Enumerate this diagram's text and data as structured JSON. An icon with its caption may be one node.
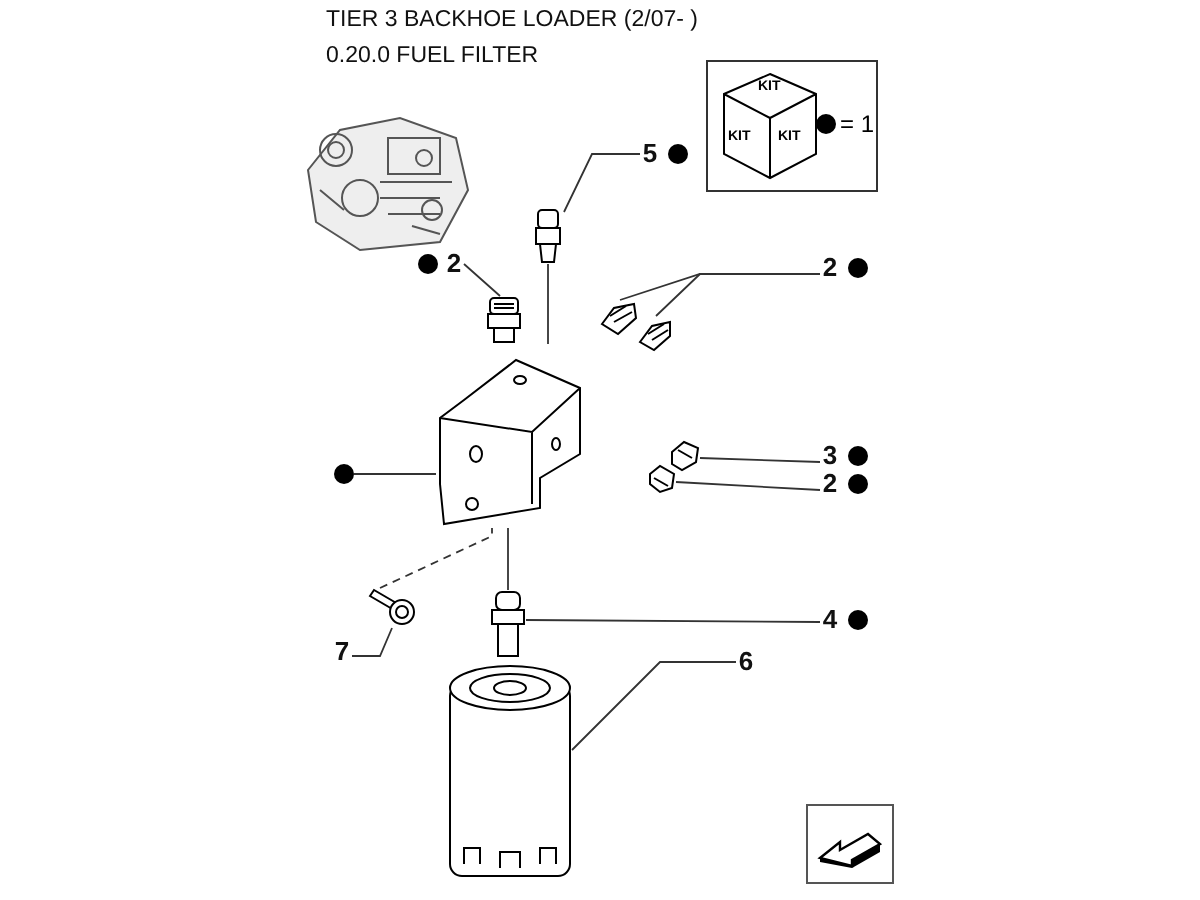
{
  "diagram": {
    "title": "TIER 3 BACKHOE LOADER (2/07- )",
    "nodes": [
      {
        "text": [
          "5"
        ]
      },
      {
        "text": [
          "2"
        ]
      },
      {
        "text": [
          "2"
        ]
      },
      {
        "text": [
          "3"
        ]
      },
      {
        "text": [
          "2"
        ]
      },
      {
        "text": [],
        "shape": "circle"
      },
      {
        "text": [
          "4"
        ]
      },
      {
        "text": [
          "6"
        ]
      },
      {
        "text": [
          "7"
        ]
      },
      {
        "text": [],
        "shape": "picture"
      },
      {
        "text": [],
        "shape": "picture"
      },
      {
        "text": [],
        "shape": "picture"
      },
      {
        "text": [],
        "shape": "picture"
      },
      {
        "text": [],
        "shape": "picture"
      },
      {
        "text": [],
        "shape": "picture"
      },
      {
        "text": [],
        "shape": "picture"
      },
      {
        "text": [],
        "shape": "picture"
      },
      {
        "text": [],
        "shape": "picture"
      },
      {
        "text": [],
        "shape": "picture"
      }
    ],
    "edges": [
      {
        "from": 0,
        "to": 9,
        "arrow": "none"
      },
      {
        "from": 1,
        "to": 10,
        "arrow": "none"
      },
      {
        "from": 2,
        "to": 11,
        "arrow": "none"
      },
      {
        "from": 2,
        "to": 12,
        "arrow": "none"
      },
      {
        "from": 3,
        "to": 14,
        "arrow": "none"
      },
      {
        "from": 4,
        "to": 15,
        "arrow": "none"
      },
      {
        "from": 5,
        "to": 13,
        "arrow": "none"
      },
      {
        "from": 6,
        "to": 16,
        "arrow": "none"
      },
      {
        "from": 7,
        "to": 17,
        "arrow": "none"
      },
      {
        "from": 8,
        "to": 18,
        "arrow": "none"
      },
      {
        "from": 9,
        "to": 13,
        "arrow": "none"
      },
      {
        "from": 13,
        "to": 16,
        "arrow": "none"
      },
      {
        "from": 18,
        "to": 13,
        "arrow": "none",
        "style": "dashed"
      }
    ],
    "labels": [
      "0.20.0 FUEL FILTER",
      "KIT",
      "KIT",
      "KIT",
      "= 1"
    ]
  }
}
